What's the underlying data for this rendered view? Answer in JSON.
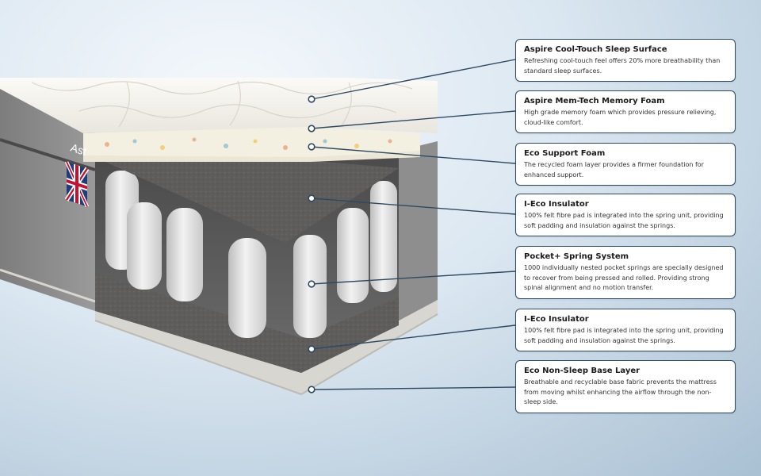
{
  "colors": {
    "accent": "#2c4a63",
    "mattress_cover": "#f1efe9",
    "side_fabric": "#8a8a8a",
    "memory_foam": "#f4f0e1",
    "felt_insulator": "#636160",
    "springs": "#e7e7e7"
  },
  "mattress": {
    "side_label": "Ast",
    "flag_icon": "union-jack-flag-icon"
  },
  "layers": [
    {
      "title": "Aspire Cool-Touch Sleep Surface",
      "desc_lines": [
        "Refreshing cool-touch feel offers 20% more breathability than",
        "standard sleep surfaces."
      ]
    },
    {
      "title": "Aspire Mem-Tech Memory Foam",
      "desc_lines": [
        "High grade memory foam which provides pressure relieving,",
        "cloud-like comfort."
      ]
    },
    {
      "title": "Eco Support Foam",
      "desc_lines": [
        "The recycled foam layer provides a firmer foundation for",
        "enhanced support."
      ]
    },
    {
      "title": "I-Eco Insulator",
      "desc_lines": [
        "100% felt fibre pad is integrated into the spring unit, providing",
        "soft padding and insulation against the springs."
      ]
    },
    {
      "title": "Pocket+ Spring System",
      "desc_lines": [
        "1000 individually nested pocket springs are specially designed",
        "to recover from being pressed and rolled. Providing strong",
        "spinal alignment and no motion transfer."
      ]
    },
    {
      "title": "I-Eco Insulator",
      "desc_lines": [
        "100% felt fibre pad is integrated into the spring unit, providing",
        "soft padding and insulation against the springs."
      ]
    },
    {
      "title": "Eco Non-Sleep Base Layer",
      "desc_lines": [
        "Breathable and recyclable base fabric prevents the mattress",
        "from moving whilst enhancing the airflow through the non-",
        "sleep side."
      ]
    }
  ]
}
